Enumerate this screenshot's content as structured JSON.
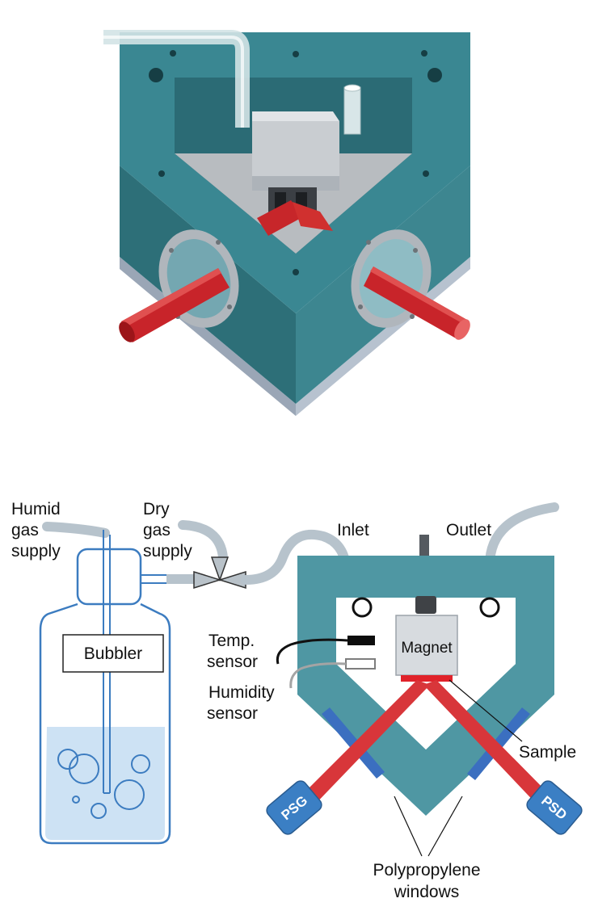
{
  "labels": {
    "humid_gas_supply": [
      "Humid",
      "gas",
      "supply"
    ],
    "dry_gas_supply": [
      "Dry",
      "gas",
      "supply"
    ],
    "inlet": "Inlet",
    "outlet": "Outlet",
    "bubbler": "Bubbler",
    "temp_sensor": [
      "Temp.",
      "sensor"
    ],
    "humidity_sensor": [
      "Humidity",
      "sensor"
    ],
    "magnet": "Magnet",
    "sample": "Sample",
    "psg": "PSG",
    "psd": "PSD",
    "polypropylene_windows": [
      "Polypropylene",
      "windows"
    ]
  },
  "colors": {
    "chamber_teal": "#3f8f9a",
    "chamber_dark": "#2e6f7a",
    "laser_red": "#d42a2a",
    "tube_grey": "#b9c4cc",
    "detector_blue": "#3b7fc4",
    "bubbler_blue": "#3c7cc0",
    "water_blue": "#cfe3f5"
  }
}
